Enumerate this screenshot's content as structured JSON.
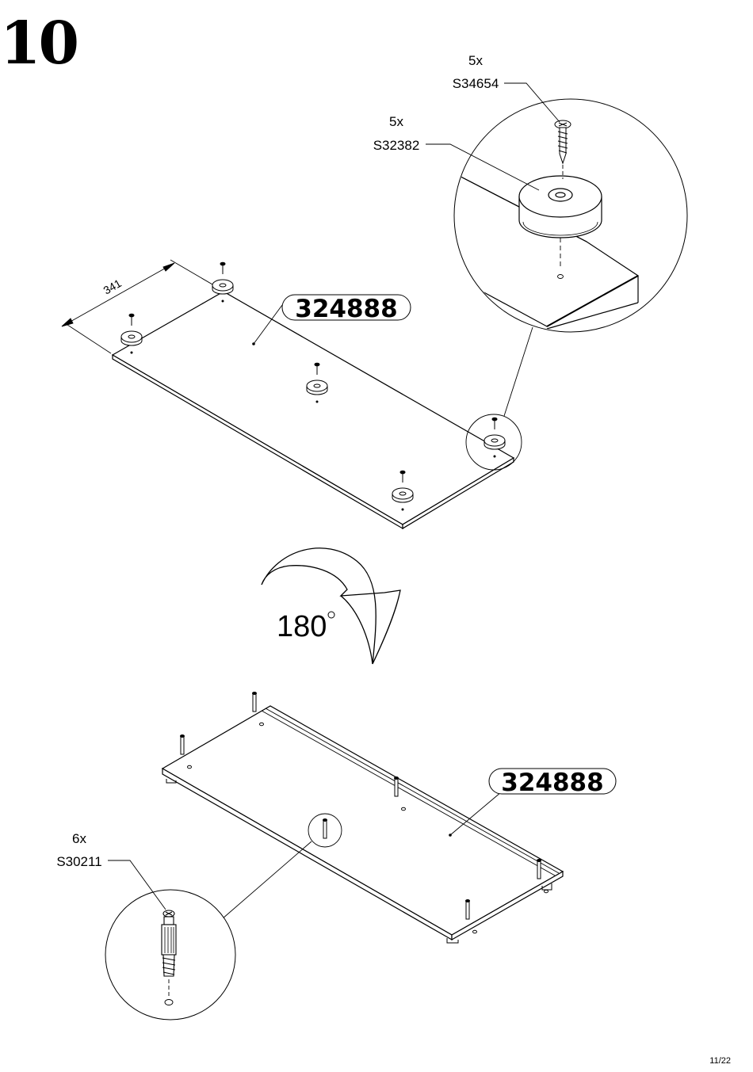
{
  "step": {
    "number": "10"
  },
  "page": {
    "number": "11/22"
  },
  "top_panel": {
    "part_number": "324888",
    "dimension": "341",
    "callouts": [
      {
        "qty": "5x",
        "code": "S34654",
        "icon": "screw-icon"
      },
      {
        "qty": "5x",
        "code": "S32382",
        "icon": "glide-foot-icon"
      }
    ]
  },
  "rotation": {
    "value": "180",
    "unit": "°",
    "icon": "rotate-arrow-icon"
  },
  "bottom_panel": {
    "part_number": "324888",
    "callouts": [
      {
        "qty": "6x",
        "code": "S30211",
        "icon": "cam-bolt-icon"
      }
    ]
  }
}
